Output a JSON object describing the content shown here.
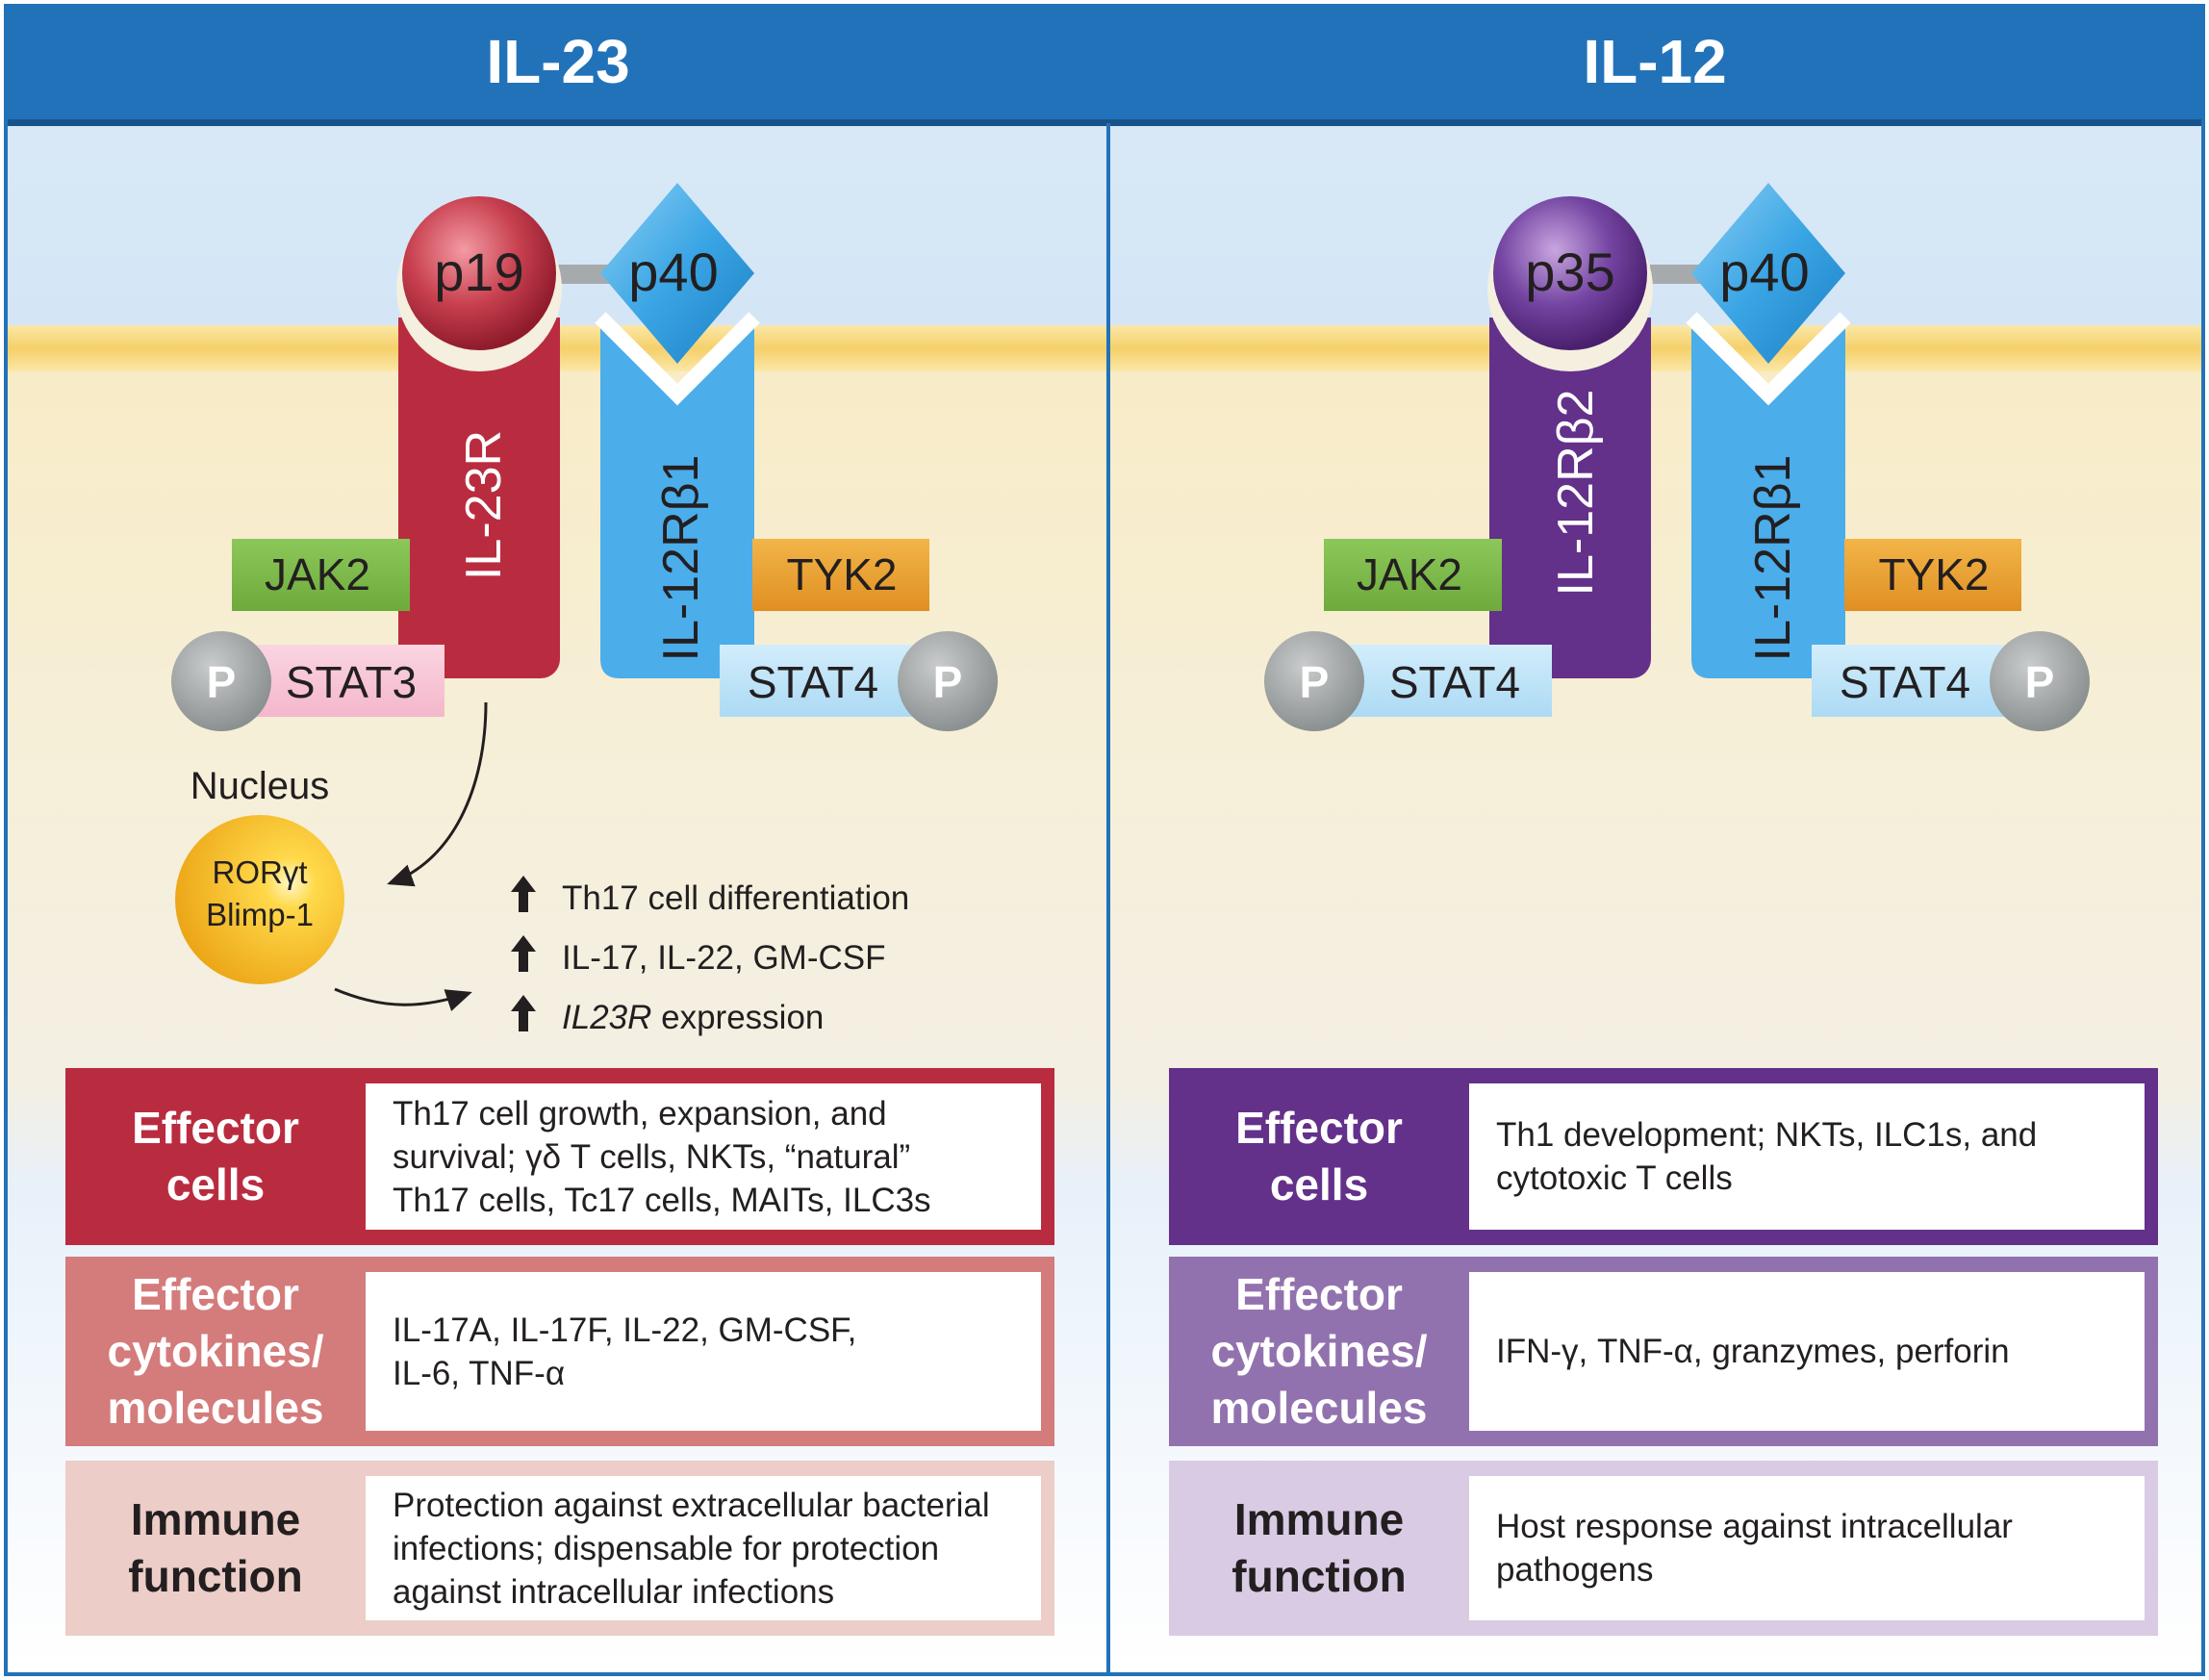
{
  "panels": {
    "il23": {
      "title": "IL-23",
      "ligand": {
        "subunit_a": "p19",
        "subunit_b": "p40"
      },
      "receptors": {
        "chain_a": "IL-23R",
        "chain_b": "IL-12Rβ1"
      },
      "kinases": {
        "left": "JAK2",
        "right": "TYK2"
      },
      "stats": {
        "left": "STAT3",
        "right": "STAT4"
      },
      "phospho": "P",
      "nucleus_label": "Nucleus",
      "nucleus_factors": [
        "RORγt",
        "Blimp-1"
      ],
      "outcomes": [
        "Th17 cell differentiation",
        "IL-17, IL-22, GM-CSF",
        "IL23R expression"
      ],
      "effector_cells": {
        "label": "Effector\ncells",
        "text": [
          "Th17 cell growth, expansion, and",
          "survival; γδ T cells, NKTs, “natural”",
          "Th17 cells, Tc17 cells, MAITs, ILC3s"
        ]
      },
      "effector_molecules": {
        "label": "Effector\ncytokines/\nmolecules",
        "text": [
          "IL-17A, IL-17F, IL-22, GM-CSF,",
          "IL-6, TNF-α"
        ]
      },
      "immune_function": {
        "label": "Immune\nfunction",
        "text": [
          "Protection against extracellular bacterial",
          "infections; dispensable for protection",
          "against intracellular infections"
        ]
      }
    },
    "il12": {
      "title": "IL-12",
      "ligand": {
        "subunit_a": "p35",
        "subunit_b": "p40"
      },
      "receptors": {
        "chain_a": "IL-12Rβ2",
        "chain_b": "IL-12Rβ1"
      },
      "kinases": {
        "left": "JAK2",
        "right": "TYK2"
      },
      "stats": {
        "left": "STAT4",
        "right": "STAT4"
      },
      "phospho": "P",
      "effector_cells": {
        "label": "Effector\ncells",
        "text": [
          "Th1 development; NKTs, ILC1s, and",
          "cytotoxic T cells"
        ]
      },
      "effector_molecules": {
        "label": "Effector\ncytokines/\nmolecules",
        "text": [
          "IFN-γ, TNF-α, granzymes, perforin"
        ]
      },
      "immune_function": {
        "label": "Immune\nfunction",
        "text": [
          "Host response against intracellular",
          "pathogens"
        ]
      }
    }
  },
  "colors": {
    "header_blue": "#2272b9",
    "il23r_red": "#b92c3f",
    "il12rb1_blue": "#4badea",
    "il12rb2_purple": "#63308a",
    "jak2_green": "#7cba4a",
    "tyk2_orange": "#e8a236",
    "stat3_pink": "#f6c4d4",
    "stat4_lightblue": "#bce3f7",
    "membrane_yellow": "#f6d36d",
    "cytoplasm": "#f4efdf"
  }
}
